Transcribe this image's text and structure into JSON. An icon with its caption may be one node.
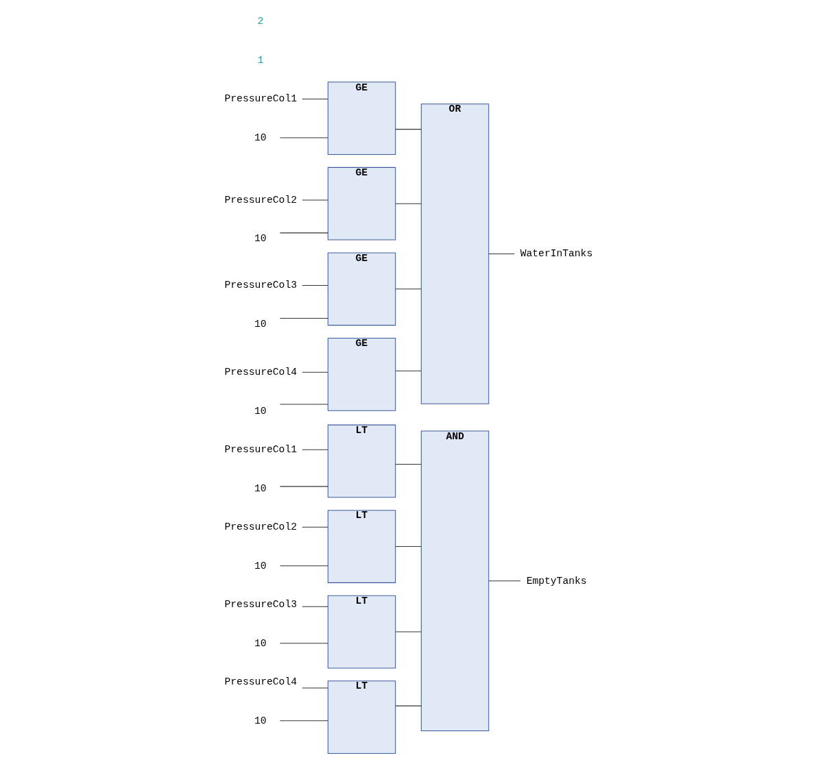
{
  "diagram": {
    "nodes": [
      {
        "text": [
          "PressureCol1"
        ]
      },
      {
        "text": [
          "10"
        ]
      },
      {
        "text": [
          "LT"
        ]
      },
      {
        "text": [
          "PressureCol2"
        ]
      },
      {
        "text": [
          "10"
        ]
      },
      {
        "text": [
          "LT"
        ]
      },
      {
        "text": [
          "PressureCol3"
        ]
      },
      {
        "text": [
          "10"
        ]
      },
      {
        "text": [
          "LT"
        ]
      },
      {
        "text": [
          "PressureCol4"
        ]
      },
      {
        "text": [
          "10"
        ]
      },
      {
        "text": [
          "LT"
        ]
      },
      {
        "text": [
          "AND"
        ]
      },
      {
        "text": [
          "EmptyTanks"
        ]
      },
      {
        "text": [
          "PressureCol1"
        ]
      },
      {
        "text": [
          "10"
        ]
      },
      {
        "text": [
          "GE"
        ]
      },
      {
        "text": [
          "PressureCol2"
        ]
      },
      {
        "text": [
          "10"
        ]
      },
      {
        "text": [
          "GE"
        ]
      },
      {
        "text": [
          "PressureCol3"
        ]
      },
      {
        "text": [
          "10"
        ]
      },
      {
        "text": [
          "GE"
        ]
      },
      {
        "text": [
          "PressureCol4"
        ]
      },
      {
        "text": [
          "10"
        ]
      },
      {
        "text": [
          "GE"
        ]
      },
      {
        "text": [
          "OR"
        ]
      },
      {
        "text": [
          "WaterInTanks"
        ]
      }
    ],
    "edges": [
      {
        "from": 0,
        "to": 2,
        "arrow": "none"
      },
      {
        "from": 1,
        "to": 2,
        "arrow": "none"
      },
      {
        "from": 3,
        "to": 5,
        "arrow": "none"
      },
      {
        "from": 4,
        "to": 5,
        "arrow": "none"
      },
      {
        "from": 6,
        "to": 8,
        "arrow": "none"
      },
      {
        "from": 7,
        "to": 8,
        "arrow": "none"
      },
      {
        "from": 9,
        "to": 11,
        "arrow": "none"
      },
      {
        "from": 10,
        "to": 11,
        "arrow": "none"
      },
      {
        "from": 2,
        "to": 12,
        "arrow": "none"
      },
      {
        "from": 5,
        "to": 12,
        "arrow": "none"
      },
      {
        "from": 8,
        "to": 12,
        "arrow": "none"
      },
      {
        "from": 11,
        "to": 12,
        "arrow": "none"
      },
      {
        "from": 12,
        "to": 13,
        "arrow": "none"
      },
      {
        "from": 14,
        "to": 16,
        "arrow": "none"
      },
      {
        "from": 15,
        "to": 16,
        "arrow": "none"
      },
      {
        "from": 17,
        "to": 19,
        "arrow": "none"
      },
      {
        "from": 18,
        "to": 19,
        "arrow": "none"
      },
      {
        "from": 20,
        "to": 22,
        "arrow": "none"
      },
      {
        "from": 21,
        "to": 22,
        "arrow": "none"
      },
      {
        "from": 23,
        "to": 25,
        "arrow": "none"
      },
      {
        "from": 24,
        "to": 25,
        "arrow": "none"
      },
      {
        "from": 16,
        "to": 26,
        "arrow": "none"
      },
      {
        "from": 19,
        "to": 26,
        "arrow": "none"
      },
      {
        "from": 22,
        "to": 26,
        "arrow": "none"
      },
      {
        "from": 25,
        "to": 26,
        "arrow": "none"
      },
      {
        "from": 26,
        "to": 27,
        "arrow": "none"
      }
    ],
    "labels": [
      "1",
      "2"
    ]
  }
}
